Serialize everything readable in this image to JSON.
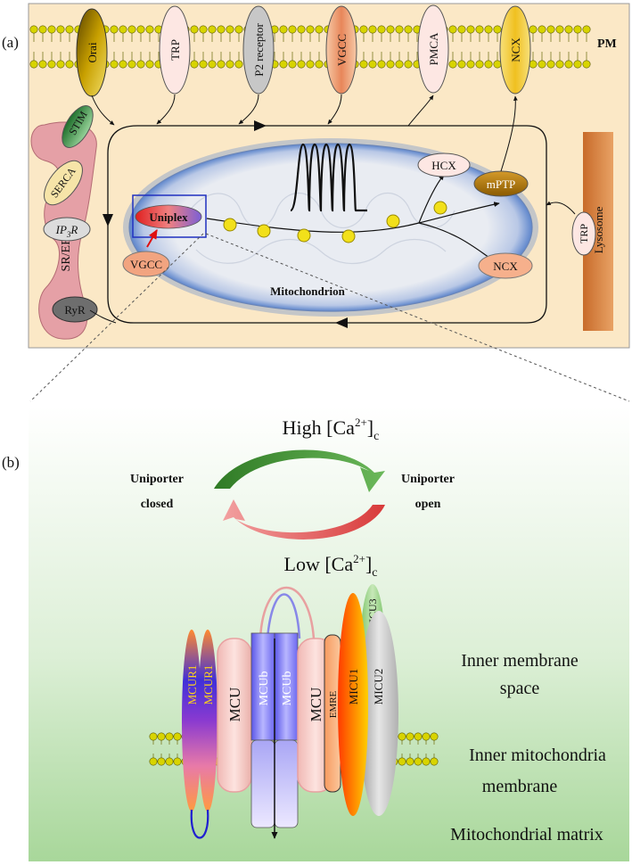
{
  "panel_a": {
    "label": "(a)",
    "pm_label": "PM",
    "pm_channels": [
      "Orai",
      "TRP",
      "P2 receptor",
      "VGCC",
      "PMCA",
      "NCX"
    ],
    "er_proteins": [
      "STIM",
      "SERCA",
      "RyR"
    ],
    "ip3r": {
      "a": "IP",
      "sub": "3",
      "b": "R"
    },
    "sr_er_label": "SR/ER",
    "uniplex_label": "Uniplex",
    "vgcc_inner_label": "VGCC",
    "hcx_label": "HCX",
    "mptp_label": "mPTP",
    "ncx_inner_label": "NCX",
    "mitochondrion_label": "Mitochondrion",
    "lysosome_label": "Lysosome",
    "trp_lysosome_label": "TRP",
    "colors": {
      "cytosol": "#fbe8c6",
      "mitochondrion_outline": "#5e86cc",
      "lysosome": "#c86b2a",
      "er": "#e5a0a6",
      "calcium_ion": "#f2e01a"
    }
  },
  "panel_b": {
    "label": "(b)",
    "high_ca": {
      "prefix": "High [Ca",
      "sup": "2+",
      "close": "]",
      "sub": "c"
    },
    "low_ca": {
      "prefix": "Low [Ca",
      "sup": "2+",
      "close": "]",
      "sub": "c"
    },
    "closed": {
      "line1": "Uniporter",
      "line2": "closed"
    },
    "open": {
      "line1": "Uniporter",
      "line2": "open"
    },
    "proteins": [
      "MCUR1",
      "MCUR1",
      "MCU",
      "MCUb",
      "MCUb",
      "MCU",
      "EMRE",
      "MICU3",
      "MICU2",
      "MICU1"
    ],
    "compartments": {
      "ims": [
        "Inner membrane",
        "space"
      ],
      "imm": [
        "Inner mitochondria",
        "membrane"
      ],
      "matrix": "Mitochondrial matrix"
    },
    "colors": {
      "open_arrow": "#4a9a3a",
      "close_arrow": "#e25555",
      "background_bottom": "#a8d79a"
    }
  }
}
